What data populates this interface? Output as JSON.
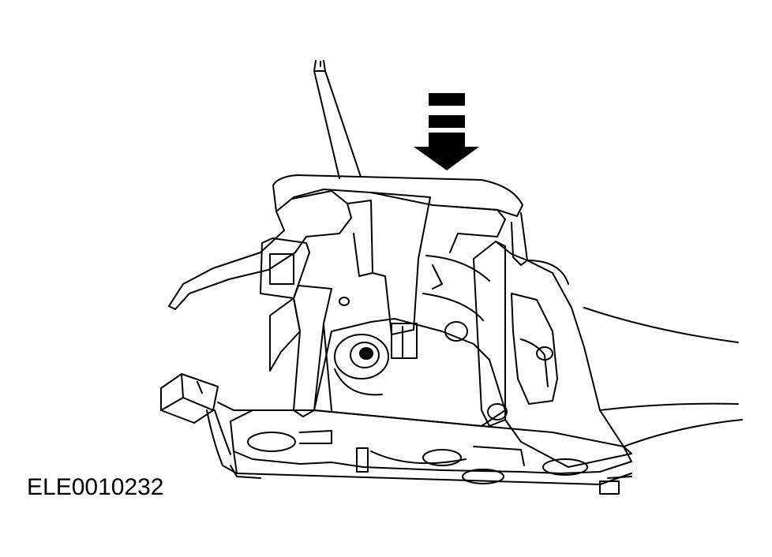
{
  "figure": {
    "caption": "ELE0010232",
    "colors": {
      "ink": "#000000",
      "paper": "#ffffff"
    },
    "icons": [
      "arrow-down-icon",
      "gear-selector-mechanism",
      "gear-lever-shaft",
      "bezel-trim",
      "electrical-connector"
    ]
  }
}
